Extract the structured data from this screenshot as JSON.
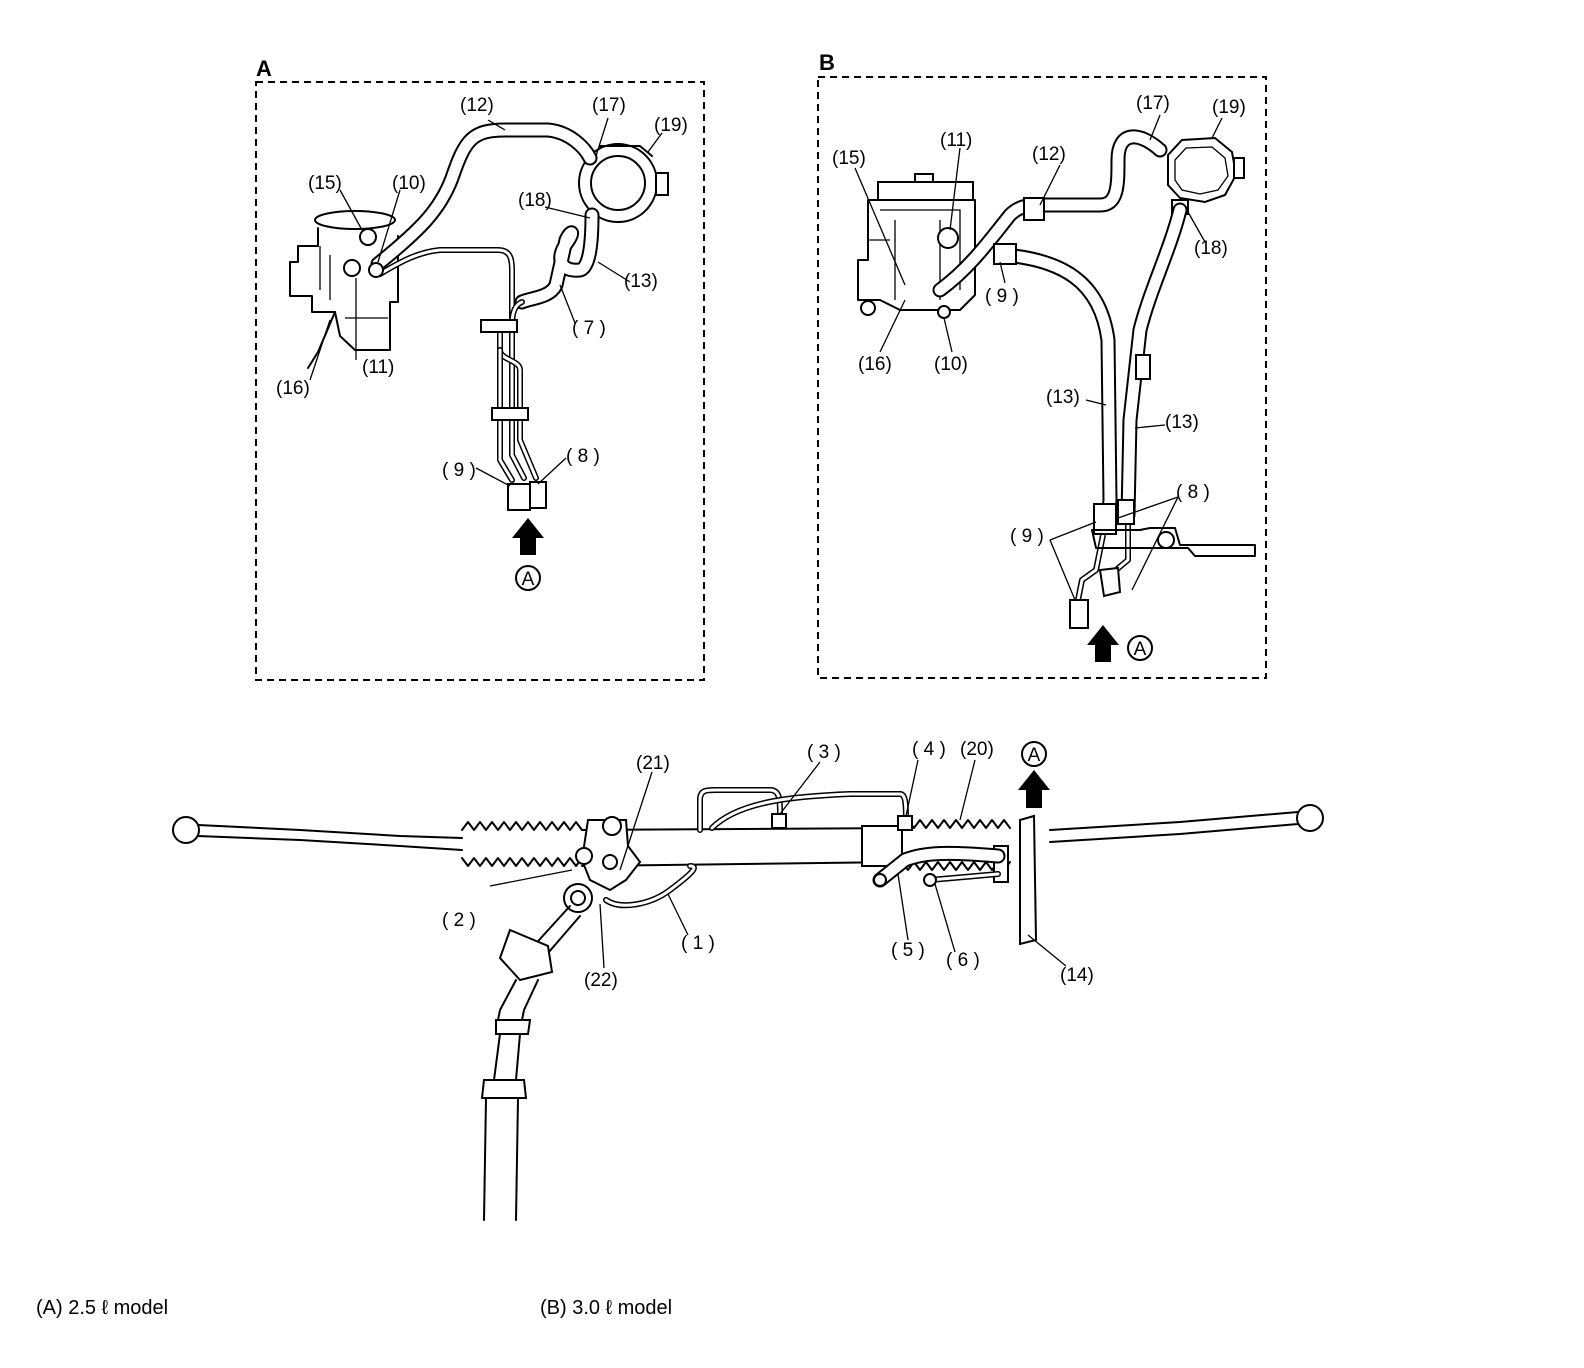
{
  "panel_a": {
    "letter": "A"
  },
  "panel_b": {
    "letter": "B"
  },
  "labels": {
    "a_12": "(12)",
    "a_17": "(17)",
    "a_19": "(19)",
    "a_15": "(15)",
    "a_10": "(10)",
    "a_18": "(18)",
    "a_13": "(13)",
    "a_7": "( 7 )",
    "a_16": "(16)",
    "a_11": "(11)",
    "a_9": "( 9 )",
    "a_8": "( 8 )",
    "b_17": "(17)",
    "b_19": "(19)",
    "b_11": "(11)",
    "b_12": "(12)",
    "b_15": "(15)",
    "b_18": "(18)",
    "b_9": "( 9 )",
    "b_16": "(16)",
    "b_10": "(10)",
    "b_13a": "(13)",
    "b_13b": "(13)",
    "b_8": "( 8 )",
    "b_9b": "( 9 )",
    "m_21": "(21)",
    "m_3": "( 3 )",
    "m_4": "( 4 )",
    "m_20": "(20)",
    "m_2": "( 2 )",
    "m_1": "( 1 )",
    "m_22": "(22)",
    "m_5": "( 5 )",
    "m_6": "( 6 )",
    "m_14": "(14)"
  },
  "view_marker": "A",
  "captions": {
    "a": "(A)   2.5 ℓ model",
    "b": "(B)   3.0 ℓ model"
  }
}
